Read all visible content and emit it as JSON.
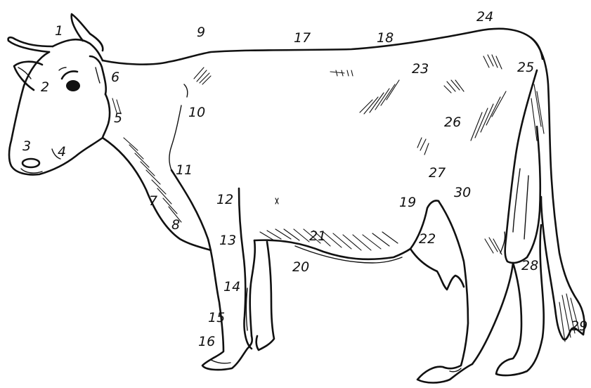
{
  "labels": [
    "1",
    "2",
    "3",
    "4",
    "5",
    "6",
    "7",
    "8",
    "9",
    "10",
    "11",
    "12",
    "13",
    "14",
    "15",
    "16",
    "17",
    "18",
    "19",
    "20",
    "21",
    "22",
    "23",
    "24",
    "25",
    "26",
    "27",
    "28",
    "29",
    "30"
  ],
  "colors": {
    "ink": "#111111",
    "background": "#ffffff"
  }
}
